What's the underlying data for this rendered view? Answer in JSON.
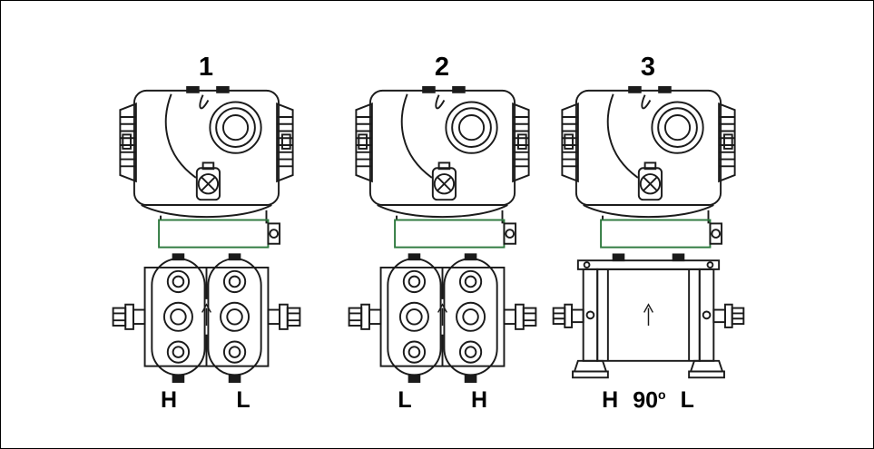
{
  "colors": {
    "line": "#1b1b1b",
    "terminal_box_outline": "#2f7a3f",
    "background": "#ffffff"
  },
  "figures": [
    {
      "number": "1",
      "labels": [
        {
          "text": "H"
        },
        {
          "text": "L"
        }
      ]
    },
    {
      "number": "2",
      "labels": [
        {
          "text": "L"
        },
        {
          "text": "H"
        }
      ]
    },
    {
      "number": "3",
      "labels": [
        {
          "text": "H"
        },
        {
          "text": "90",
          "sup": "o"
        },
        {
          "text": "L"
        }
      ]
    }
  ]
}
